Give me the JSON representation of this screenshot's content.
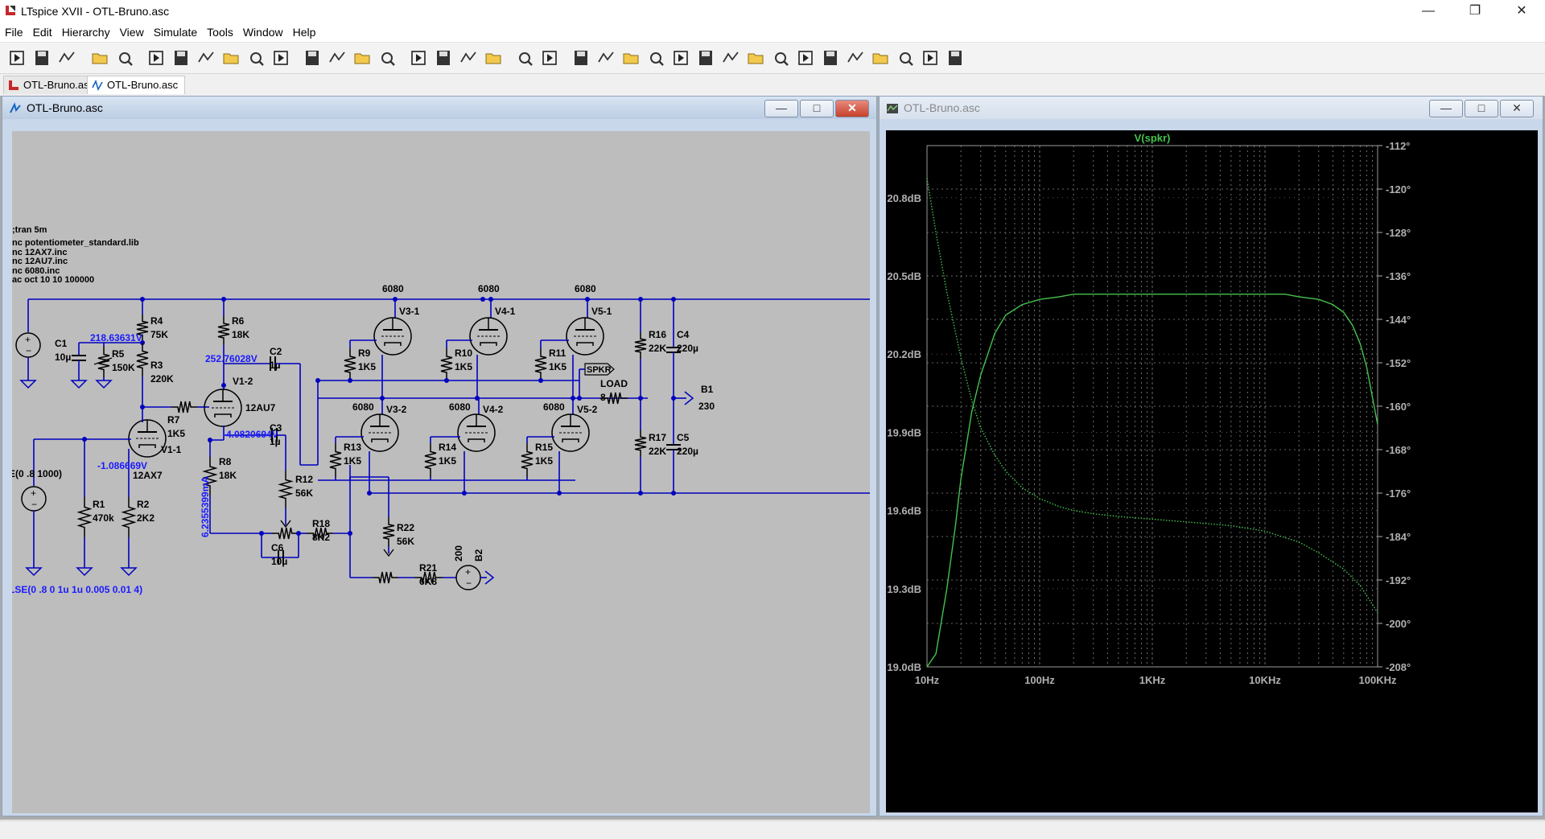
{
  "app": {
    "title": "LTspice XVII - OTL-Bruno.asc",
    "window_controls": {
      "minimize": "—",
      "restore": "❐",
      "close": "✕"
    }
  },
  "menu": [
    "File",
    "Edit",
    "Hierarchy",
    "View",
    "Simulate",
    "Tools",
    "Window",
    "Help"
  ],
  "toolbar": {
    "icons": [
      "run-icon",
      "open-icon",
      "save-icon",
      "control-panel-icon",
      "pick-visible-traces-icon",
      "pan-icon",
      "zoom-in-icon",
      "zoom-full-icon",
      "zoom-out-icon",
      "zoom-fit-icon",
      "autorange-icon",
      "mark-unref-icon",
      "tile-icon",
      "cascade-icon",
      "close-all-icon",
      "cut-icon",
      "copy-icon",
      "paste-icon",
      "find-icon",
      "print-icon",
      "print-setup-icon",
      "draw-wire-icon",
      "ground-icon",
      "label-net-icon",
      "resistor-icon",
      "capacitor-icon",
      "inductor-icon",
      "diode-icon",
      "component-icon",
      "move-icon",
      "drag-icon",
      "undo-icon",
      "redo-icon",
      "rotate-icon",
      "mirror-icon",
      "text-icon",
      "spice-directive-icon"
    ]
  },
  "tabs": [
    {
      "label": "OTL-Bruno.asc",
      "active": false
    },
    {
      "label": "OTL-Bruno.asc",
      "active": true
    }
  ],
  "schematic_window": {
    "title": "OTL-Bruno.asc",
    "buttons": {
      "minimize": "—",
      "maximize": "□",
      "close": "✕"
    },
    "directives": [
      ";tran 5m",
      "nc potentiometer_standard.lib",
      "nc 12AX7.inc",
      "nc 12AU7.inc",
      "nc 6080.inc",
      "ac oct 10 10 100000"
    ],
    "components": {
      "R4": {
        "name": "R4",
        "value": "75K"
      },
      "R5": {
        "name": "R5",
        "value": "150K"
      },
      "R3": {
        "name": "R3",
        "value": "220K"
      },
      "R6": {
        "name": "R6",
        "value": "18K"
      },
      "R7": {
        "name": "R7",
        "value": "1K5"
      },
      "C1": {
        "name": "C1",
        "value": "10µ"
      },
      "C2": {
        "name": "C2",
        "value": "1µ"
      },
      "C3": {
        "name": "C3",
        "value": "1µ"
      },
      "C4": {
        "name": "C4",
        "value": "220µ"
      },
      "C5": {
        "name": "C5",
        "value": "220µ"
      },
      "C6": {
        "name": "C6",
        "value": "10µ"
      },
      "R1": {
        "name": "R1",
        "value": "470k"
      },
      "R2": {
        "name": "R2",
        "value": "2K2"
      },
      "R8": {
        "name": "R8",
        "value": "18K"
      },
      "R9": {
        "name": "R9",
        "value": "1K5"
      },
      "R10": {
        "name": "R10",
        "value": "1K5"
      },
      "R11": {
        "name": "R11",
        "value": "1K5"
      },
      "R12": {
        "name": "R12",
        "value": "56K"
      },
      "R13": {
        "name": "R13",
        "value": "1K5"
      },
      "R14": {
        "name": "R14",
        "value": "1K5"
      },
      "R15": {
        "name": "R15",
        "value": "1K5"
      },
      "R16": {
        "name": "R16",
        "value": "22K"
      },
      "R17": {
        "name": "R17",
        "value": "22K"
      },
      "R18": {
        "name": "R18",
        "value": "8K2"
      },
      "R21": {
        "name": "R21",
        "value": "6K8"
      },
      "R22": {
        "name": "R22",
        "value": "56K"
      },
      "LOAD": {
        "name": "LOAD",
        "value": "8"
      },
      "V1_1": {
        "name": "V1-1",
        "value": "12AX7"
      },
      "V1_2": {
        "name": "V1-2",
        "value": "12AU7"
      },
      "V3_1": {
        "name": "V3-1",
        "value": "6080"
      },
      "V4_1": {
        "name": "V4-1",
        "value": "6080"
      },
      "V5_1": {
        "name": "V5-1",
        "value": "6080"
      },
      "V3_2": {
        "name": "V3-2",
        "value": "6080"
      },
      "V4_2": {
        "name": "V4-2",
        "value": "6080"
      },
      "V5_2": {
        "name": "V5-2",
        "value": "6080"
      },
      "B1": {
        "name": "B1",
        "value": "230"
      },
      "B2": {
        "name": "B2",
        "value": "200"
      }
    },
    "net_label": "SPKR",
    "sources": {
      "left": "E(0 .8 1000)",
      "bottom": "LSE(0 .8 0 1u 1u 0.005 0.01 4)"
    },
    "op_points": {
      "n1": "218.63631V",
      "n2": "252.76028V",
      "n3": "-4.0820694V",
      "n4": "-1.086669V",
      "n5": "6.2355399mA"
    },
    "colors": {
      "background": "#bdbdbd",
      "wire": "#0000c0",
      "component": "#000000",
      "oppoint": "#1a1aff"
    }
  },
  "plot_window": {
    "title": "OTL-Bruno.asc",
    "buttons": {
      "minimize": "—",
      "maximize": "□",
      "close": "✕"
    },
    "colors": {
      "background": "#000000",
      "grid": "#888888",
      "trace": "#44c24d",
      "phase": "#44c24d",
      "axis_text": "#b0b0b0"
    }
  },
  "chart_data": {
    "type": "line",
    "title": "V(spkr)",
    "x_scale": "log",
    "xlim": [
      10,
      100000
    ],
    "x_ticks": [
      "10Hz",
      "100Hz",
      "1KHz",
      "10KHz",
      "100KHz"
    ],
    "y_left_ticks": [
      "20.8dB",
      "20.5dB",
      "20.2dB",
      "19.9dB",
      "19.6dB",
      "19.3dB",
      "19.0dB"
    ],
    "ylim_left": [
      19.0,
      21.0
    ],
    "y_right_ticks": [
      "-112°",
      "-120°",
      "-128°",
      "-136°",
      "-144°",
      "-152°",
      "-160°",
      "-168°",
      "-176°",
      "-184°",
      "-192°",
      "-200°",
      "-208°"
    ],
    "ylim_right": [
      -208,
      -112
    ],
    "grid": true,
    "series": [
      {
        "name": "V(spkr)",
        "style": "solid",
        "axis": "left",
        "x": [
          10,
          12,
          15,
          18,
          20,
          25,
          30,
          40,
          50,
          70,
          100,
          150,
          200,
          300,
          500,
          1000,
          2000,
          5000,
          10000,
          15000,
          20000,
          30000,
          40000,
          50000,
          60000,
          70000,
          80000,
          100000
        ],
        "y": [
          18.9,
          19.05,
          19.3,
          19.55,
          19.72,
          19.98,
          20.12,
          20.28,
          20.35,
          20.39,
          20.41,
          20.42,
          20.43,
          20.43,
          20.43,
          20.43,
          20.43,
          20.43,
          20.43,
          20.43,
          20.42,
          20.41,
          20.39,
          20.36,
          20.31,
          20.24,
          20.15,
          19.93
        ]
      },
      {
        "name": "phase",
        "style": "dotted",
        "axis": "right",
        "x": [
          10,
          12,
          15,
          20,
          25,
          30,
          40,
          50,
          70,
          100,
          150,
          200,
          300,
          500,
          1000,
          2000,
          5000,
          10000,
          20000,
          30000,
          50000,
          70000,
          100000
        ],
        "y": [
          -118,
          -128,
          -139,
          -151,
          -159,
          -164,
          -169,
          -172,
          -175,
          -177,
          -178.5,
          -179.2,
          -179.8,
          -180.3,
          -180.8,
          -181.3,
          -182.0,
          -183.0,
          -185.0,
          -187.0,
          -190.0,
          -193.0,
          -198.0
        ]
      }
    ]
  }
}
